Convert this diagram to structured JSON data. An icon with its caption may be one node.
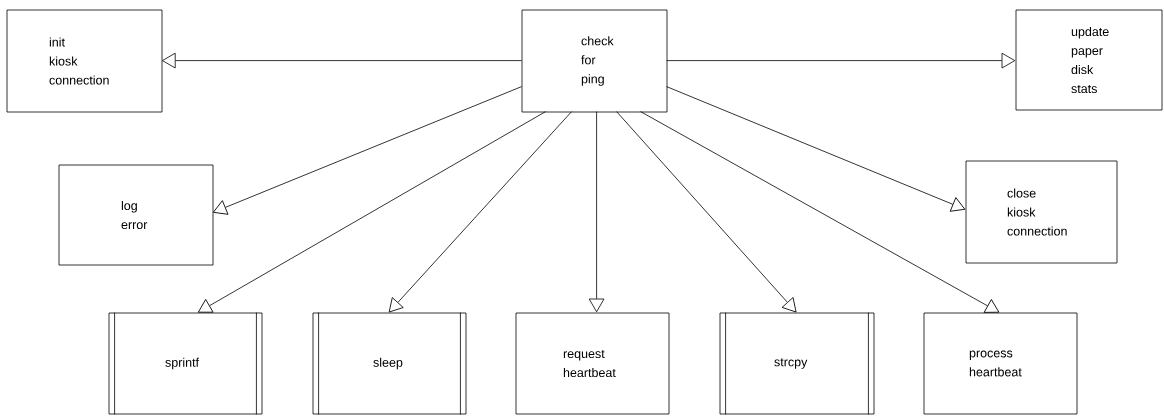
{
  "diagram": {
    "nodes": [
      {
        "text": [
          "check for ping"
        ]
      },
      {
        "text": [
          "init kiosk connection"
        ]
      },
      {
        "text": [
          "update paper disk stats"
        ]
      },
      {
        "text": [
          "log error"
        ]
      },
      {
        "text": [
          "close kiosk connection"
        ]
      },
      {
        "text": [
          "sprintf"
        ]
      },
      {
        "text": [
          "sleep"
        ]
      },
      {
        "text": [
          "request heartbeat"
        ]
      },
      {
        "text": [
          "strcpy"
        ]
      },
      {
        "text": [
          "process heartbeat"
        ]
      }
    ],
    "edges": [
      {
        "from": 0,
        "to": 1,
        "arrow": "to"
      },
      {
        "from": 0,
        "to": 2,
        "arrow": "to"
      },
      {
        "from": 0,
        "to": 3,
        "arrow": "to"
      },
      {
        "from": 0,
        "to": 4,
        "arrow": "to"
      },
      {
        "from": 0,
        "to": 5,
        "arrow": "to"
      },
      {
        "from": 0,
        "to": 6,
        "arrow": "to"
      },
      {
        "from": 0,
        "to": 7,
        "arrow": "to"
      },
      {
        "from": 0,
        "to": 8,
        "arrow": "to"
      },
      {
        "from": 0,
        "to": 9,
        "arrow": "to"
      }
    ]
  }
}
